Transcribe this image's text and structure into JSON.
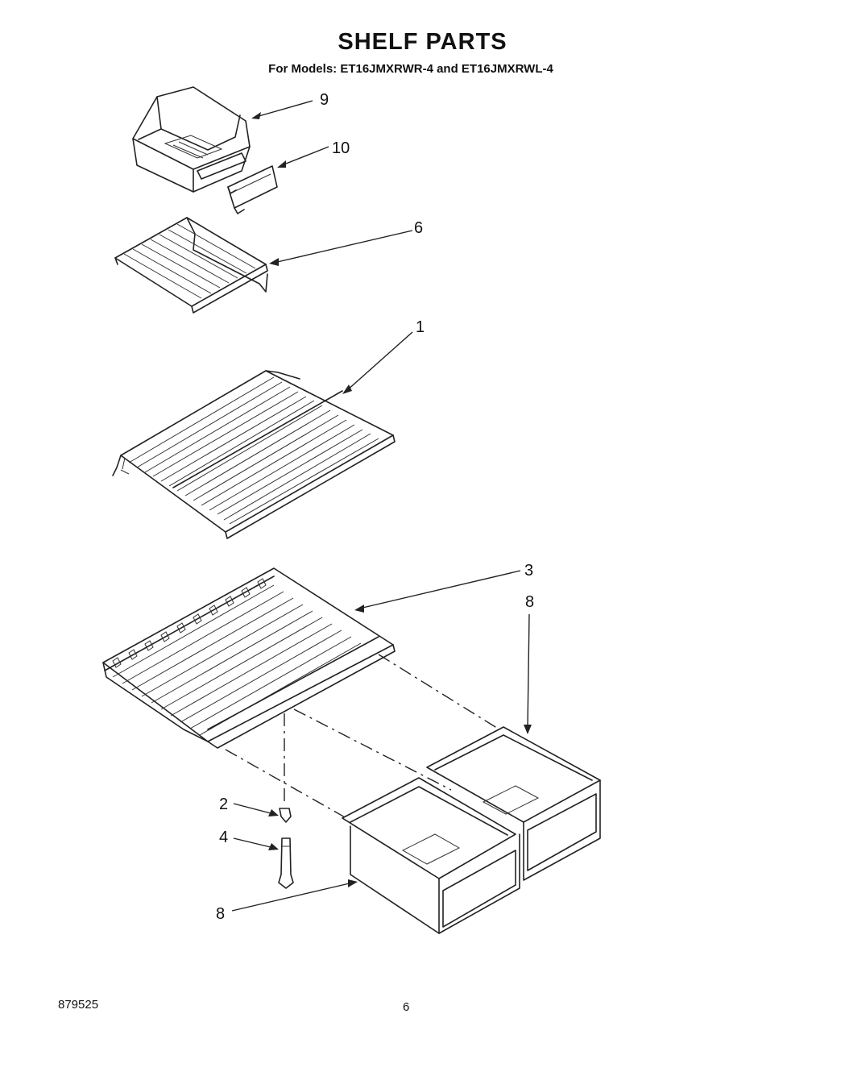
{
  "header": {
    "title": "SHELF PARTS",
    "subtitle": "For Models: ET16JMXRWR-4 and ET16JMXRWL-4"
  },
  "callouts": {
    "c9": "9",
    "c10": "10",
    "c6": "6",
    "c1": "1",
    "c3": "3",
    "c8a": "8",
    "c2": "2",
    "c4": "4",
    "c8b": "8"
  },
  "footer": {
    "doc_number": "879525",
    "page_number": "6"
  }
}
